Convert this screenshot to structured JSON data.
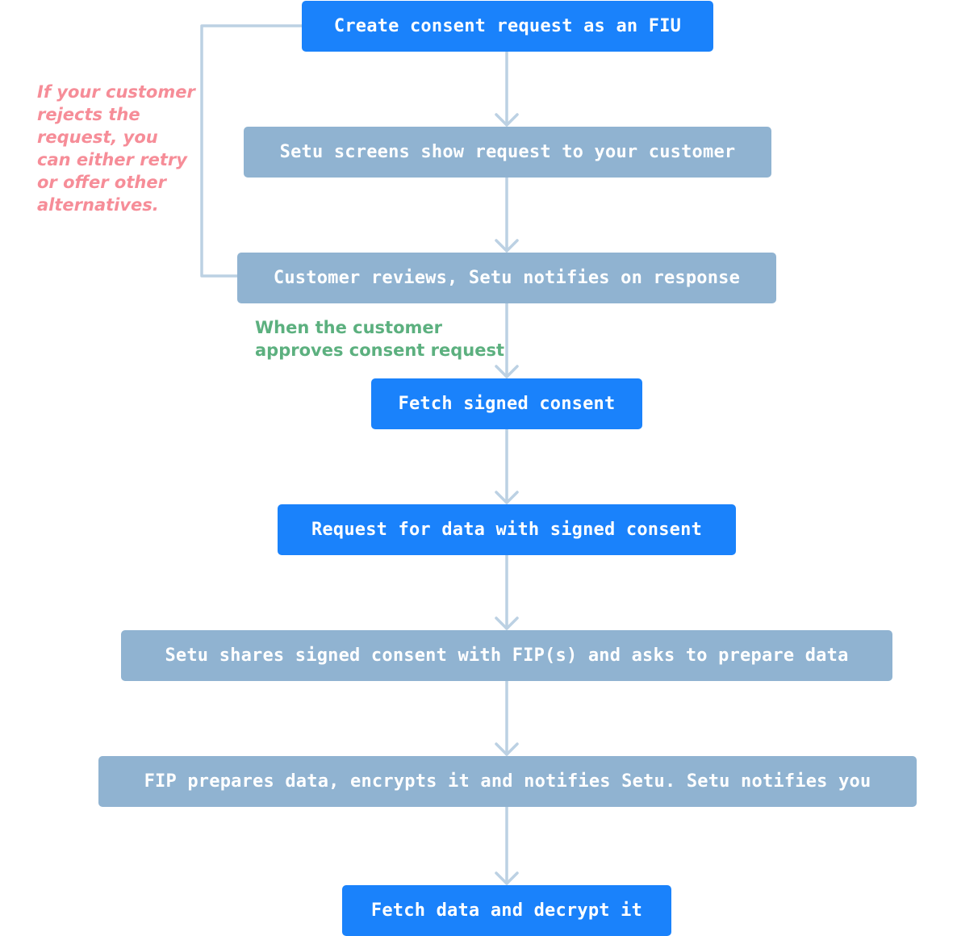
{
  "steps": [
    {
      "label": "Create consent request as an FIU",
      "kind": "primary"
    },
    {
      "label": "Setu screens show request to your customer",
      "kind": "muted"
    },
    {
      "label": "Customer reviews, Setu notifies on response",
      "kind": "muted"
    },
    {
      "label": "Fetch signed consent",
      "kind": "primary"
    },
    {
      "label": "Request for data with signed consent",
      "kind": "primary"
    },
    {
      "label": "Setu shares signed consent with FIP(s) and asks to prepare data",
      "kind": "muted"
    },
    {
      "label": "FIP prepares data, encrypts it and notifies Setu. Setu notifies you",
      "kind": "muted"
    },
    {
      "label": "Fetch data and decrypt it",
      "kind": "primary"
    }
  ],
  "notes": {
    "reject": {
      "lines": [
        "If your customer",
        "rejects the",
        "request, you",
        "can either retry",
        "or offer other",
        "alternatives."
      ]
    },
    "approve": {
      "lines": [
        "When the customer",
        "approves consent request"
      ]
    }
  },
  "colors": {
    "primary": "#1a82fb",
    "muted": "#90b3d1",
    "connector": "#bcd1e3",
    "reject_note": "#f68d98",
    "approve_note": "#5cb07f"
  }
}
